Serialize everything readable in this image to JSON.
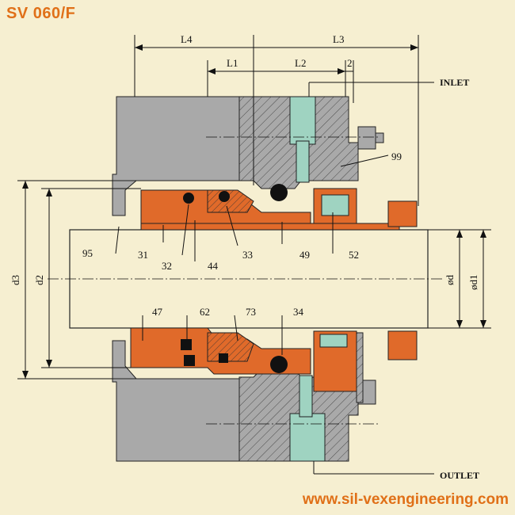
{
  "title": "SV 060/F",
  "footer_url": "www.sil-vexengineering.com",
  "labels": {
    "inlet": "INLET",
    "outlet": "OUTLET",
    "L4": "L4",
    "L3": "L3",
    "L1": "L1",
    "L2": "L2",
    "dim2": "2",
    "d3": "d3",
    "d2": "d2",
    "d": "ød",
    "d1": "ød1"
  },
  "part_numbers": {
    "p99": "99",
    "p95": "95",
    "p31": "31",
    "p32": "32",
    "p44": "44",
    "p33": "33",
    "p49": "49",
    "p52": "52",
    "p47": "47",
    "p62": "62",
    "p73": "73",
    "p34": "34"
  },
  "colors": {
    "background": "#f6efd1",
    "accent": "#e07018",
    "housing_grey": "#a9a9a9",
    "seal_orange": "#e06a2a",
    "port_green": "#9fd3c1"
  }
}
